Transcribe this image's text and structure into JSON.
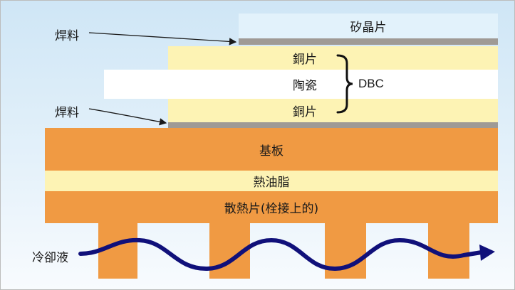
{
  "layers": {
    "silicon_die": "矽晶片",
    "copper_top": "銅片",
    "ceramic": "陶瓷",
    "copper_bottom": "銅片",
    "baseplate": "基板",
    "thermal_grease": "熱油脂",
    "heatsink": "散熱片(栓接上的)"
  },
  "labels": {
    "solder_top": "焊料",
    "solder_bottom": "焊料",
    "dbc": "DBC",
    "coolant": "冷卻液"
  },
  "colors": {
    "background": "#d9ecf8",
    "copper": "#fdf3b4",
    "ceramic": "#ffffff",
    "baseplate": "#f09a43",
    "solder": "#9f9a95",
    "silicon": "#e2f2fb",
    "coolant_arrow": "#10107a"
  }
}
